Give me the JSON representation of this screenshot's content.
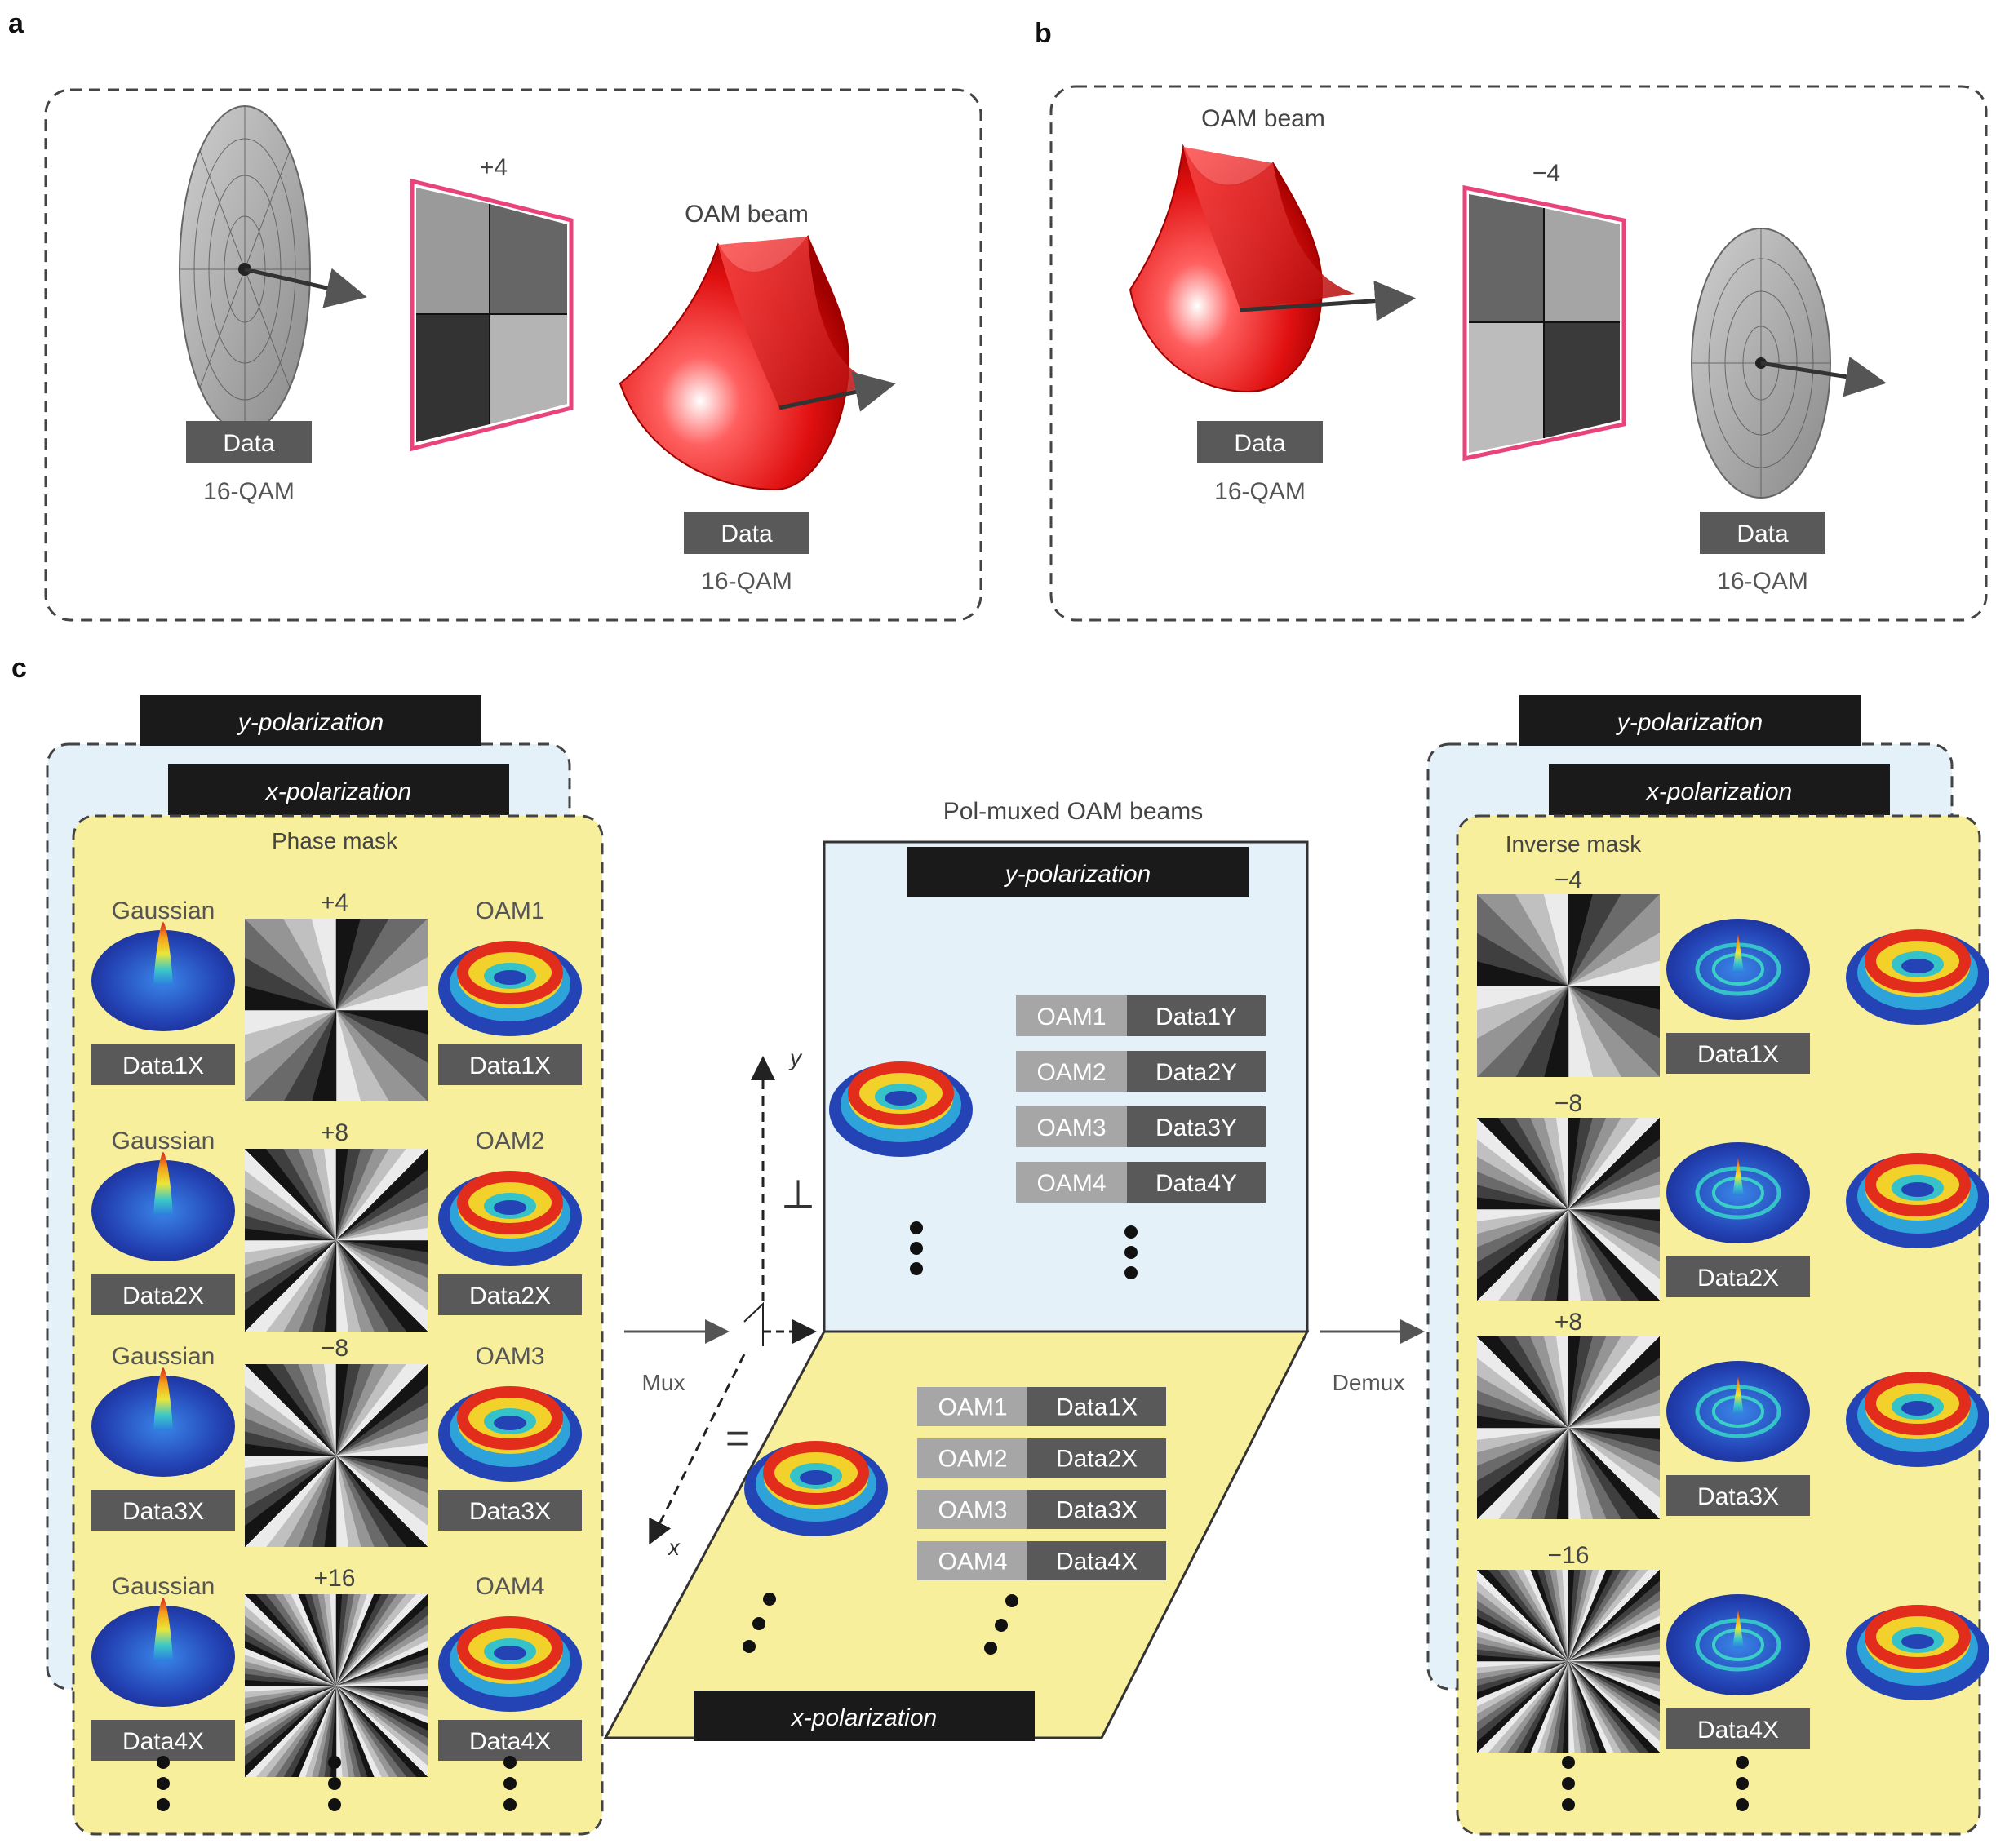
{
  "panels": {
    "a": {
      "letter": "a",
      "mask_value": "+4",
      "oam_label": "OAM beam",
      "data_in": "Data",
      "mod_in": "16-QAM",
      "data_out": "Data",
      "mod_out": "16-QAM"
    },
    "b": {
      "letter": "b",
      "mask_value": "−4",
      "oam_label": "OAM beam",
      "data_in": "Data",
      "mod_in": "16-QAM",
      "data_out": "Data",
      "mod_out": "16-QAM"
    },
    "c": {
      "letter": "c"
    }
  },
  "left_stack": {
    "y_pol": "y-polarization",
    "x_pol": "x-polarization",
    "title": "Phase mask",
    "rows": [
      {
        "gauss": "Gaussian",
        "mask": "+4",
        "oam": "OAM1",
        "data_in": "Data1X",
        "data_out": "Data1X"
      },
      {
        "gauss": "Gaussian",
        "mask": "+8",
        "oam": "OAM2",
        "data_in": "Data2X",
        "data_out": "Data2X"
      },
      {
        "gauss": "Gaussian",
        "mask": "−8",
        "oam": "OAM3",
        "data_in": "Data3X",
        "data_out": "Data3X"
      },
      {
        "gauss": "Gaussian",
        "mask": "+16",
        "oam": "OAM4",
        "data_in": "Data4X",
        "data_out": "Data4X"
      }
    ]
  },
  "middle": {
    "title": "Pol-muxed OAM beams",
    "y_pol": "y-polarization",
    "x_pol": "x-polarization",
    "axis_y": "y",
    "axis_x": "x",
    "perp": "⊥",
    "parallel": "=",
    "mux": "Mux",
    "demux": "Demux",
    "y_rows": [
      {
        "oam": "OAM1",
        "data": "Data1Y"
      },
      {
        "oam": "OAM2",
        "data": "Data2Y"
      },
      {
        "oam": "OAM3",
        "data": "Data3Y"
      },
      {
        "oam": "OAM4",
        "data": "Data4Y"
      }
    ],
    "x_rows": [
      {
        "oam": "OAM1",
        "data": "Data1X"
      },
      {
        "oam": "OAM2",
        "data": "Data2X"
      },
      {
        "oam": "OAM3",
        "data": "Data3X"
      },
      {
        "oam": "OAM4",
        "data": "Data4X"
      }
    ]
  },
  "right_stack": {
    "y_pol": "y-polarization",
    "x_pol": "x-polarization",
    "title": "Inverse mask",
    "rows": [
      {
        "mask": "−4",
        "data": "Data1X"
      },
      {
        "mask": "−8",
        "data": "Data2X"
      },
      {
        "mask": "+8",
        "data": "Data3X"
      },
      {
        "mask": "−16",
        "data": "Data4X"
      }
    ]
  },
  "colors": {
    "yellow_panel": "#f7ef9c",
    "blue_panel": "#e4f1f8",
    "black_label": "#1a1a1a",
    "grey_label": "#595959",
    "light_grey_label": "#a6a6a6",
    "oam_red": "#e21b1b",
    "mask_border": "#e8437a",
    "gauss_blue": "#1c3fa8"
  }
}
